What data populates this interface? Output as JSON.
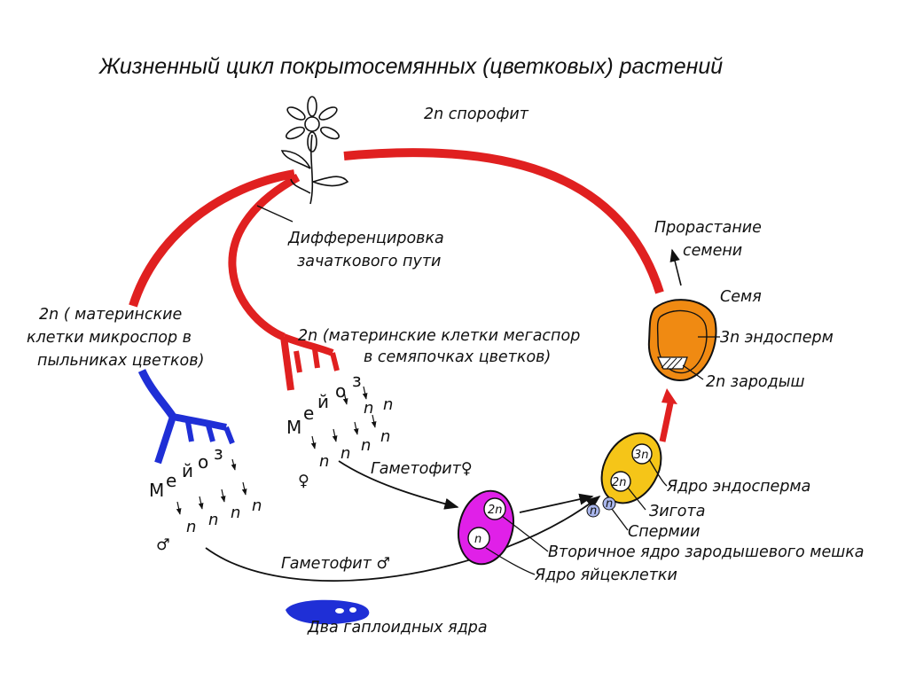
{
  "title": "Жизненный цикл покрытосемянных (цветковых) растений",
  "sporophyte": "2n спорофит",
  "differentiation": [
    "Дифференцировка",
    "зачаткового пути"
  ],
  "germination": [
    "Прорастание",
    "семени"
  ],
  "seed": {
    "label": "Семя",
    "endosperm": "3n эндосперм",
    "embryo": "2n зародыш"
  },
  "micro_mother": [
    "2n ( материнские",
    "клетки микроспор в",
    "пыльниках цветков)"
  ],
  "mega_mother": [
    "2n (материнские клетки мегаспор",
    "в семяпочках цветков)"
  ],
  "meiosis_letters": [
    "М",
    "е",
    "й",
    "о",
    "з"
  ],
  "haploid": "n",
  "female_symbol": "♀",
  "male_symbol": "♂",
  "gametophyte_female": "Гаметофит♀",
  "gametophyte_male": "Гаметофит ♂",
  "embryo_sac_nuclei": {
    "top": "2n",
    "bottom": "n"
  },
  "fertilized_nuclei": {
    "top": "3n",
    "bottom": "2n"
  },
  "sperm_nuclei": [
    "n",
    "n"
  ],
  "labels": {
    "endosperm_nucleus": "Ядро эндосперма",
    "zygote": "Зигота",
    "sperms": "Спермии",
    "secondary_nucleus": "Вторичное ядро зародышевого мешка",
    "egg_nucleus": "Ядро яйцеклетки",
    "two_haploid": "Два гаплоидных ядра"
  },
  "colors": {
    "cycle_red": "#e02020",
    "male_blue": "#1f2fd6",
    "embryo_sac_magenta": "#e020e8",
    "zygote_yellow": "#f5c518",
    "seed_orange": "#f08a12",
    "sperm_lavender": "#a9b6ec"
  }
}
